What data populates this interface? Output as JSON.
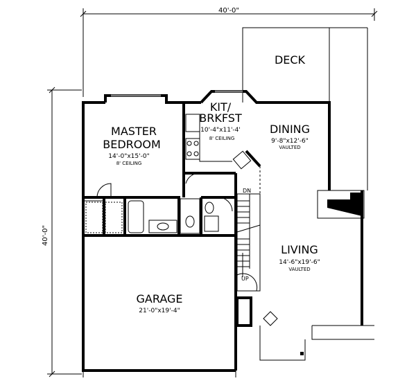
{
  "overall": {
    "width_label": "40'-0\"",
    "depth_label": "40'-0\""
  },
  "rooms": {
    "deck": {
      "name": "DECK"
    },
    "kitchen": {
      "name_line1": "KIT/",
      "name_line2": "BRKFST",
      "size": "10'-4\"x11'-4'",
      "note": "8' CEILING"
    },
    "dining": {
      "name": "DINING",
      "size": "9'-8\"x12'-6\"",
      "note": "VAULTED"
    },
    "master": {
      "name_line1": "MASTER",
      "name_line2": "BEDROOM",
      "size": "14'-0\"x15'-0\"",
      "note": "8' CEILING"
    },
    "living": {
      "name": "LIVING",
      "size": "14'-6\"x19'-6\"",
      "note": "VAULTED"
    },
    "garage": {
      "name": "GARAGE",
      "size": "21'-0\"x19'-4\""
    }
  },
  "stairs": {
    "down": "DN",
    "up": "UP"
  }
}
